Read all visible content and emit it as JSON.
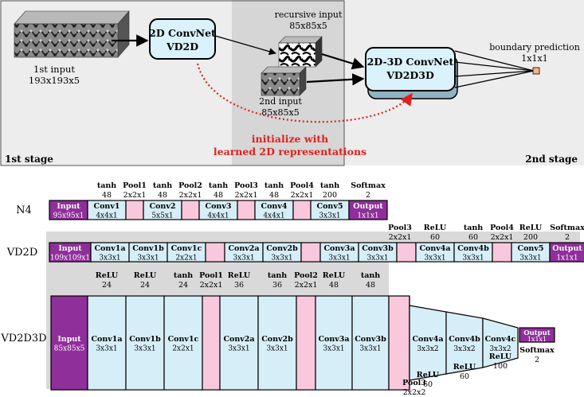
{
  "top": {
    "first_input_title": "1st input",
    "first_input_size": "193x193x5",
    "convnet2d_title": "2D ConvNet",
    "convnet2d_name": "VD2D",
    "recursive_title": "recursive input",
    "recursive_size": "85x85x5",
    "second_input_title": "2nd input",
    "second_input_size": "85x85x5",
    "convnet3d_title": "2D-3D ConvNet",
    "convnet3d_name": "VD2D3D",
    "boundary_title": "boundary prediction",
    "boundary_size": "1x1x1",
    "init_line1": "initialize with",
    "init_line2": "learned 2D representations",
    "stage1": "1st stage",
    "stage2": "2nd stage"
  },
  "rows": {
    "n4": "N4",
    "vd2d": "VD2D",
    "vd2d3d": "VD2D3D"
  },
  "n4": {
    "act": [
      "tanh",
      "Pool1",
      "tanh",
      "Pool2",
      "tanh",
      "Pool3",
      "tanh",
      "Pool4",
      "tanh",
      "Softmax"
    ],
    "num": [
      "48",
      "2x2x1",
      "48",
      "2x2x1",
      "48",
      "2x2x1",
      "48",
      "2x2x1",
      "200",
      "2"
    ],
    "layers": [
      {
        "name": "Input",
        "size": "95x95x1"
      },
      {
        "name": "Conv1",
        "size": "4x4x1"
      },
      {
        "name": "Conv2",
        "size": "5x5x1"
      },
      {
        "name": "Conv3",
        "size": "4x4x1"
      },
      {
        "name": "Conv4",
        "size": "4x4x1"
      },
      {
        "name": "Conv5",
        "size": "3x3x1"
      },
      {
        "name": "Output",
        "size": "1x1x1"
      }
    ]
  },
  "vd2d": {
    "top_act": [
      "Pool3",
      "ReLU",
      "tanh",
      "Pool4",
      "ReLU",
      "Softmax"
    ],
    "top_num": [
      "2x2x1",
      "60",
      "60",
      "2x2x1",
      "200",
      "2"
    ],
    "layers": [
      {
        "name": "Input",
        "size": "109x109x1"
      },
      {
        "name": "Conv1a",
        "size": "3x3x1"
      },
      {
        "name": "Conv1b",
        "size": "3x3x1"
      },
      {
        "name": "Conv1c",
        "size": "2x2x1"
      },
      {
        "name": "Conv2a",
        "size": "3x3x1"
      },
      {
        "name": "Conv2b",
        "size": "3x3x1"
      },
      {
        "name": "Conv3a",
        "size": "3x3x1"
      },
      {
        "name": "Conv3b",
        "size": "3x3x1"
      },
      {
        "name": "Conv4a",
        "size": "3x3x1"
      },
      {
        "name": "Conv4b",
        "size": "3x3x1"
      },
      {
        "name": "Conv5",
        "size": "3x3x1"
      },
      {
        "name": "Output",
        "size": "1x1x1"
      }
    ],
    "bottom_act": [
      "ReLU",
      "ReLU",
      "tanh",
      "Pool1",
      "ReLU",
      "tanh",
      "Pool2",
      "ReLU",
      "tanh"
    ],
    "bottom_num": [
      "24",
      "24",
      "24",
      "2x2x1",
      "36",
      "36",
      "2x2x1",
      "48",
      "48"
    ]
  },
  "vd2d3d": {
    "layers": [
      {
        "name": "Input",
        "size": "85x85x5"
      },
      {
        "name": "Conv1a",
        "size": "3x3x1"
      },
      {
        "name": "Conv1b",
        "size": "3x3x1"
      },
      {
        "name": "Conv1c",
        "size": "2x2x1"
      },
      {
        "name": "Conv2a",
        "size": "3x3x1"
      },
      {
        "name": "Conv2b",
        "size": "3x3x1"
      },
      {
        "name": "Conv3a",
        "size": "3x3x1"
      },
      {
        "name": "Conv3b",
        "size": "3x3x1"
      },
      {
        "name": "Conv4a",
        "size": "3x3x2"
      },
      {
        "name": "Conv4b",
        "size": "3x3x2"
      },
      {
        "name": "Conv4c",
        "size": "3x3x2"
      },
      {
        "name": "Output",
        "size": "1x1x1"
      }
    ],
    "out_act": "Softmax",
    "out_num": "2",
    "bottom_act": [
      "Pool3",
      "ReLU",
      "ReLU",
      "ReLU"
    ],
    "bottom_num": [
      "2x2x2",
      "60",
      "60",
      "100"
    ]
  },
  "colors": {
    "conv": "#d6eef8",
    "pool": "#f9c8dc",
    "io": "#8f2f9a",
    "red": "#e0201c",
    "stage_bg": "#ededed"
  }
}
